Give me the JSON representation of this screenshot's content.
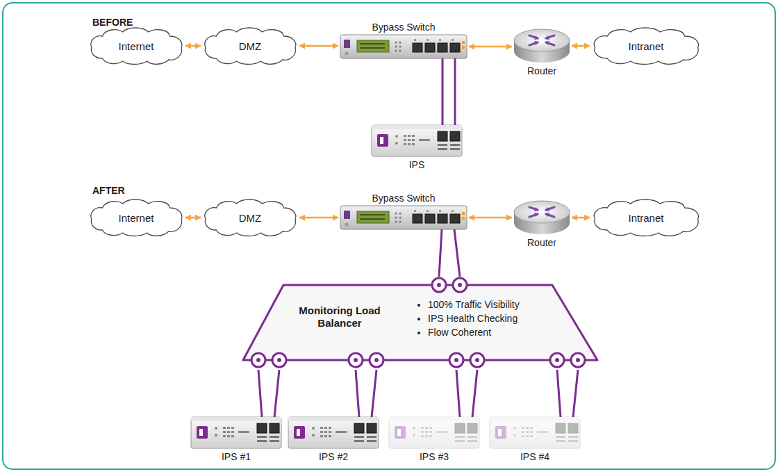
{
  "diagram": {
    "nodes": [
      {
        "text": [
          "Internet"
        ]
      },
      {
        "text": [
          "DMZ"
        ]
      },
      {
        "text": [
          "Bypass Switch"
        ]
      },
      {
        "text": [
          "Router"
        ]
      },
      {
        "text": [
          "Intranet"
        ]
      },
      {
        "text": [
          "IPS"
        ]
      },
      {
        "text": [
          "Internet"
        ]
      },
      {
        "text": [
          "DMZ"
        ]
      },
      {
        "text": [
          "Bypass Switch"
        ]
      },
      {
        "text": [
          "Router"
        ]
      },
      {
        "text": [
          "Intranet"
        ]
      },
      {
        "text": [
          "Monitoring Load Balancer",
          "100% Traffic Visibility",
          "IPS Health Checking",
          "Flow Coherent"
        ]
      },
      {
        "text": [
          "IPS #1"
        ]
      },
      {
        "text": [
          "IPS #2"
        ]
      },
      {
        "text": [
          "IPS #3"
        ]
      },
      {
        "text": [
          "IPS #4"
        ]
      }
    ],
    "edges": [
      {
        "from": 0,
        "to": 1,
        "arrow": "both"
      },
      {
        "from": 1,
        "to": 2,
        "arrow": "both"
      },
      {
        "from": 2,
        "to": 3,
        "arrow": "both"
      },
      {
        "from": 3,
        "to": 4,
        "arrow": "both"
      },
      {
        "from": 2,
        "to": 5,
        "arrow": "none"
      },
      {
        "from": 2,
        "to": 5,
        "arrow": "none"
      },
      {
        "from": 6,
        "to": 7,
        "arrow": "both"
      },
      {
        "from": 7,
        "to": 8,
        "arrow": "both"
      },
      {
        "from": 8,
        "to": 9,
        "arrow": "both"
      },
      {
        "from": 9,
        "to": 10,
        "arrow": "both"
      },
      {
        "from": 8,
        "to": 11,
        "arrow": "none"
      },
      {
        "from": 8,
        "to": 11,
        "arrow": "none"
      },
      {
        "from": 11,
        "to": 12,
        "arrow": "none"
      },
      {
        "from": 11,
        "to": 12,
        "arrow": "none"
      },
      {
        "from": 11,
        "to": 13,
        "arrow": "none"
      },
      {
        "from": 11,
        "to": 13,
        "arrow": "none"
      },
      {
        "from": 11,
        "to": 14,
        "arrow": "none"
      },
      {
        "from": 11,
        "to": 14,
        "arrow": "none"
      },
      {
        "from": 11,
        "to": 15,
        "arrow": "none"
      },
      {
        "from": 11,
        "to": 15,
        "arrow": "none"
      }
    ],
    "labels": [
      "BEFORE",
      "AFTER"
    ]
  }
}
